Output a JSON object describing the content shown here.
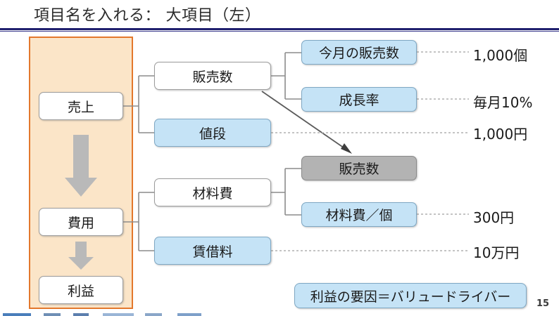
{
  "slide": {
    "title": "項目名を入れる： 大項目（左）",
    "page_number": "15",
    "accent_colors": {
      "title_rule": "#1f1f6e",
      "panel_border": "#e3782c",
      "panel_fill": "#fbe5c8",
      "blue_fill": "#c5e3f6",
      "gray_fill": "#b3b3b3",
      "arrow_gray": "#b9b9b9"
    }
  },
  "left_column": {
    "nodes": [
      {
        "label": "売上",
        "style": "white"
      },
      {
        "label": "費用",
        "style": "white"
      },
      {
        "label": "利益",
        "style": "white"
      }
    ],
    "arrows": [
      {
        "name": "down-arrow-large"
      },
      {
        "name": "down-arrow-small"
      }
    ]
  },
  "middle_column": {
    "nodes": [
      {
        "label": "販売数",
        "style": "white"
      },
      {
        "label": "値段",
        "style": "blue"
      },
      {
        "label": "材料費",
        "style": "white"
      },
      {
        "label": "賃借料",
        "style": "blue"
      }
    ]
  },
  "right_column": {
    "nodes": [
      {
        "label": "今月の販売数",
        "style": "blue"
      },
      {
        "label": "成長率",
        "style": "blue"
      },
      {
        "label": "販売数",
        "style": "gray"
      },
      {
        "label": "材料費／個",
        "style": "blue"
      }
    ]
  },
  "values": [
    {
      "for": "今月の販売数",
      "text": "1,000個"
    },
    {
      "for": "成長率",
      "text": "毎月10%"
    },
    {
      "for": "値段",
      "text": "1,000円"
    },
    {
      "for": "材料費／個",
      "text": "300円"
    },
    {
      "for": "賃借料",
      "text": "10万円"
    }
  ],
  "legend": {
    "label": "利益の要因＝バリュードライバー"
  }
}
